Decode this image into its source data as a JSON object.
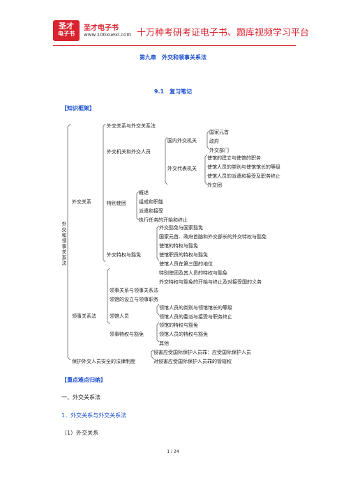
{
  "header": {
    "logo_line1": "圣才",
    "logo_line2": "电子书",
    "brand_name": "圣才电子书",
    "brand_url": "www.100xuexi.com",
    "slogan": "十万种考研考证电子书、题库视频学习平台"
  },
  "chapter_title": "第九章　外交和领事关系法",
  "section_title": "9.1　复习笔记",
  "framework_label": "【知识框架】",
  "tree": {
    "root": "外交和领事关系法",
    "n_waijiao": "外交关系",
    "n_lingshi": "领事关系法",
    "n_baohu": "保护外交人员安全的法律制度",
    "n_wjgx": "外交关系与外交关系法",
    "n_jgry": "外交机关和外交人员",
    "n_gnjg": "国内外交机关",
    "gnjg_items": [
      "国家元首",
      "政府",
      "外交部门"
    ],
    "n_dbjg": "外交代表机关",
    "dbjg_items": [
      "使馆的建立与使馆的职务",
      "使馆人员的类别与使馆馆长的等级",
      "使馆人员的派遣和接受及职务终止",
      "外交团"
    ],
    "n_tbst": "特别使团",
    "tbst_items": [
      "概述",
      "组成和职能",
      "派遣和接受",
      "执行任务的开始和终止"
    ],
    "n_tqhm": "外交特权与豁免",
    "tqhm_items": [
      "外交豁免与国家豁免",
      "国家元首、政府首脑和外交部长的外交特权与豁免",
      "使馆的特权与豁免",
      "使馆职员的特权与豁免",
      "使馆人员在第三国的地位",
      "特别使团及其人员的特权与豁免",
      "外交特权与豁免的开始与终止及对接受国的义务"
    ],
    "n_lsgx": "领事关系与领事关系法",
    "n_lgsl": "领馆的设立与领事职务",
    "n_lgry": "领馆人员",
    "lgry_items": [
      "领馆人员的类别与领馆馆长的等级",
      "领馆人员的委派与接受与职务终止"
    ],
    "n_lstq": "领事特权与豁免",
    "lstq_items": [
      "领馆的特权与豁免",
      "领馆人员的特权与豁免",
      "其他"
    ],
    "baohu_items": [
      "侵害应受国际保护人员罪：应受国际保护人员",
      "对侵害应受国际保护人员罪的管辖权"
    ]
  },
  "key_label": "【重点难点归纳】",
  "h1": "一、外交关系法",
  "h2": "1．外交关系与外交关系法",
  "h3": "（1）外交关系",
  "page_number": "1 / 24"
}
